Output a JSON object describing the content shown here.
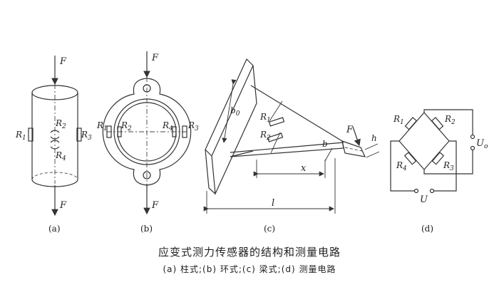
{
  "title": "应变式测力传感器的结构和测量电路",
  "subtitle": "(a) 柱式;(b) 环式;(c) 梁式;(d) 测量电路",
  "labels": {
    "a": {
      "panel": "(a)",
      "force_top": "F",
      "force_bottom": "F",
      "r1": "R",
      "r1s": "1",
      "r2": "R",
      "r2s": "2",
      "r3": "R",
      "r3s": "3",
      "r4": "R",
      "r4s": "4"
    },
    "b": {
      "panel": "(b)",
      "force_top": "F",
      "force_bottom": "F",
      "r1": "R",
      "r1s": "1",
      "r2": "R",
      "r2s": "2",
      "r3": "R",
      "r3s": "3",
      "r4": "R",
      "r4s": "4"
    },
    "c": {
      "panel": "(c)",
      "b0": "b",
      "b0s": "0",
      "r1": "R",
      "r1s": "1",
      "r2": "R",
      "r2s": "2",
      "force": "F",
      "h": "h",
      "b": "b",
      "x": "x",
      "l": "l"
    },
    "d": {
      "panel": "(d)",
      "r1": "R",
      "r1s": "1",
      "r2": "R",
      "r2s": "2",
      "r3": "R",
      "r3s": "3",
      "r4": "R",
      "r4s": "4",
      "uo": "U",
      "uos": "o",
      "u": "U"
    }
  }
}
